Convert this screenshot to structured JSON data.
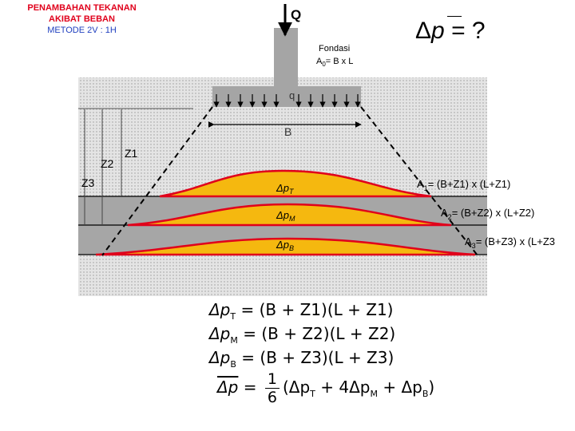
{
  "title": {
    "line1": "PENAMBAHAN TEKANAN",
    "line2": "AKIBAT BEBAN",
    "line3": "METODE 2V : 1H"
  },
  "load_label": "Q",
  "question": {
    "delta": "Δ",
    "p": "p",
    "equals": "= ?"
  },
  "foundation": {
    "label": "Fondasi",
    "area": "A",
    "area_sub": "0",
    "area_rest": "= B x L"
  },
  "pressure_label": "q",
  "width_label": "B",
  "depth_labels": {
    "z1": "Z1",
    "z2": "Z2",
    "z3": "Z3"
  },
  "stress_labels": {
    "top": {
      "main": "Δp",
      "sub": "T"
    },
    "mid": {
      "main": "Δp",
      "sub": "M"
    },
    "bot": {
      "main": "Δp",
      "sub": "B"
    }
  },
  "area_formulas": [
    {
      "a": "A",
      "sub": "1",
      "rest": "= (B+Z1) x (L+Z1)"
    },
    {
      "a": "A",
      "sub": "2",
      "rest": "= (B+Z2) x (L+Z2)"
    },
    {
      "a": "A",
      "sub": "3",
      "rest": "= (B+Z3) x (L+Z3"
    }
  ],
  "equations": {
    "eq1": {
      "lhs": "Δp",
      "sub": "T",
      "rhs": " = (B + Z1)(L + Z1)"
    },
    "eq2": {
      "lhs": "Δp",
      "sub": "M",
      "rhs": " = (B + Z2)(L + Z2)"
    },
    "eq3": {
      "lhs": "Δp",
      "sub": "B",
      "rhs": " = (B + Z3)(L + Z3)"
    },
    "eq4": {
      "lhs": "Δp",
      "equals": " = ",
      "num": "1",
      "den": "6",
      "rhs": "(Δp",
      "s1": "T",
      "mid1": " + 4Δp",
      "s2": "M",
      "mid2": " + Δp",
      "s3": "B",
      "end": ")"
    }
  },
  "colors": {
    "soil": "#e4e4e4",
    "soil_dots": "#9a9a9a",
    "band_dark": "#a6a6a6",
    "bulb": "#f5b80f",
    "bulb_edge": "#e0001b",
    "foundation": "#a5a5a5",
    "title_red": "#e0001b",
    "title_blue": "#1f3fbf"
  }
}
